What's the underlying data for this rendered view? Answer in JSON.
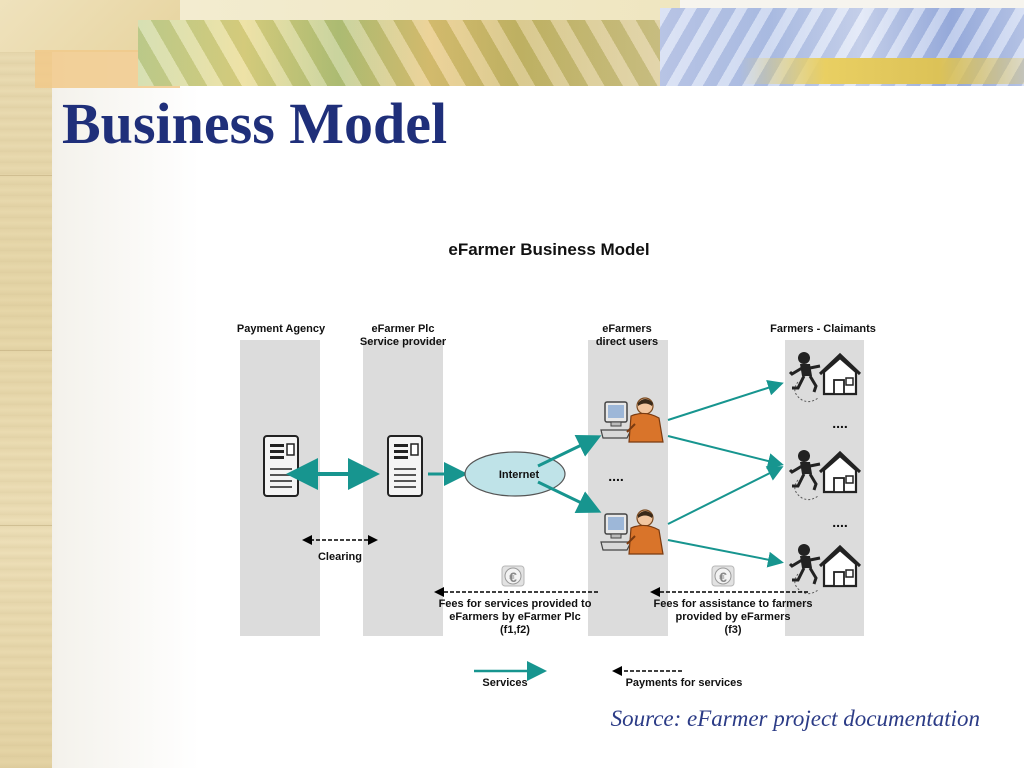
{
  "slide": {
    "title": "Business Model",
    "source": "Source: eFarmer project documentation"
  },
  "diagram": {
    "title": "eFarmer Business Model",
    "columns": [
      {
        "label_lines": [
          "Payment Agency"
        ]
      },
      {
        "label_lines": [
          "eFarmer Plc",
          "Service provider"
        ]
      },
      {
        "label_lines": [
          "eFarmers",
          "direct users"
        ]
      },
      {
        "label_lines": [
          "Farmers - Claimants"
        ]
      }
    ],
    "internet_label": "Internet",
    "ellipsis": "....",
    "clearing_label": "Clearing",
    "fees1_lines": [
      "Fees for services provided to",
      "eFarmers by eFarmer Plc",
      "(f1,f2)"
    ],
    "fees2_lines": [
      "Fees for assistance to farmers",
      "provided by eFarmers",
      "(f3)"
    ],
    "euro_symbol": "€",
    "legend": {
      "services_label": "Services",
      "payments_label": "Payments for services"
    }
  },
  "colors": {
    "title_blue": "#1f2f7a",
    "arrow_teal": "#17958f",
    "column_gray": "#dcdcdc",
    "internet_fill": "#bfe3e8"
  }
}
